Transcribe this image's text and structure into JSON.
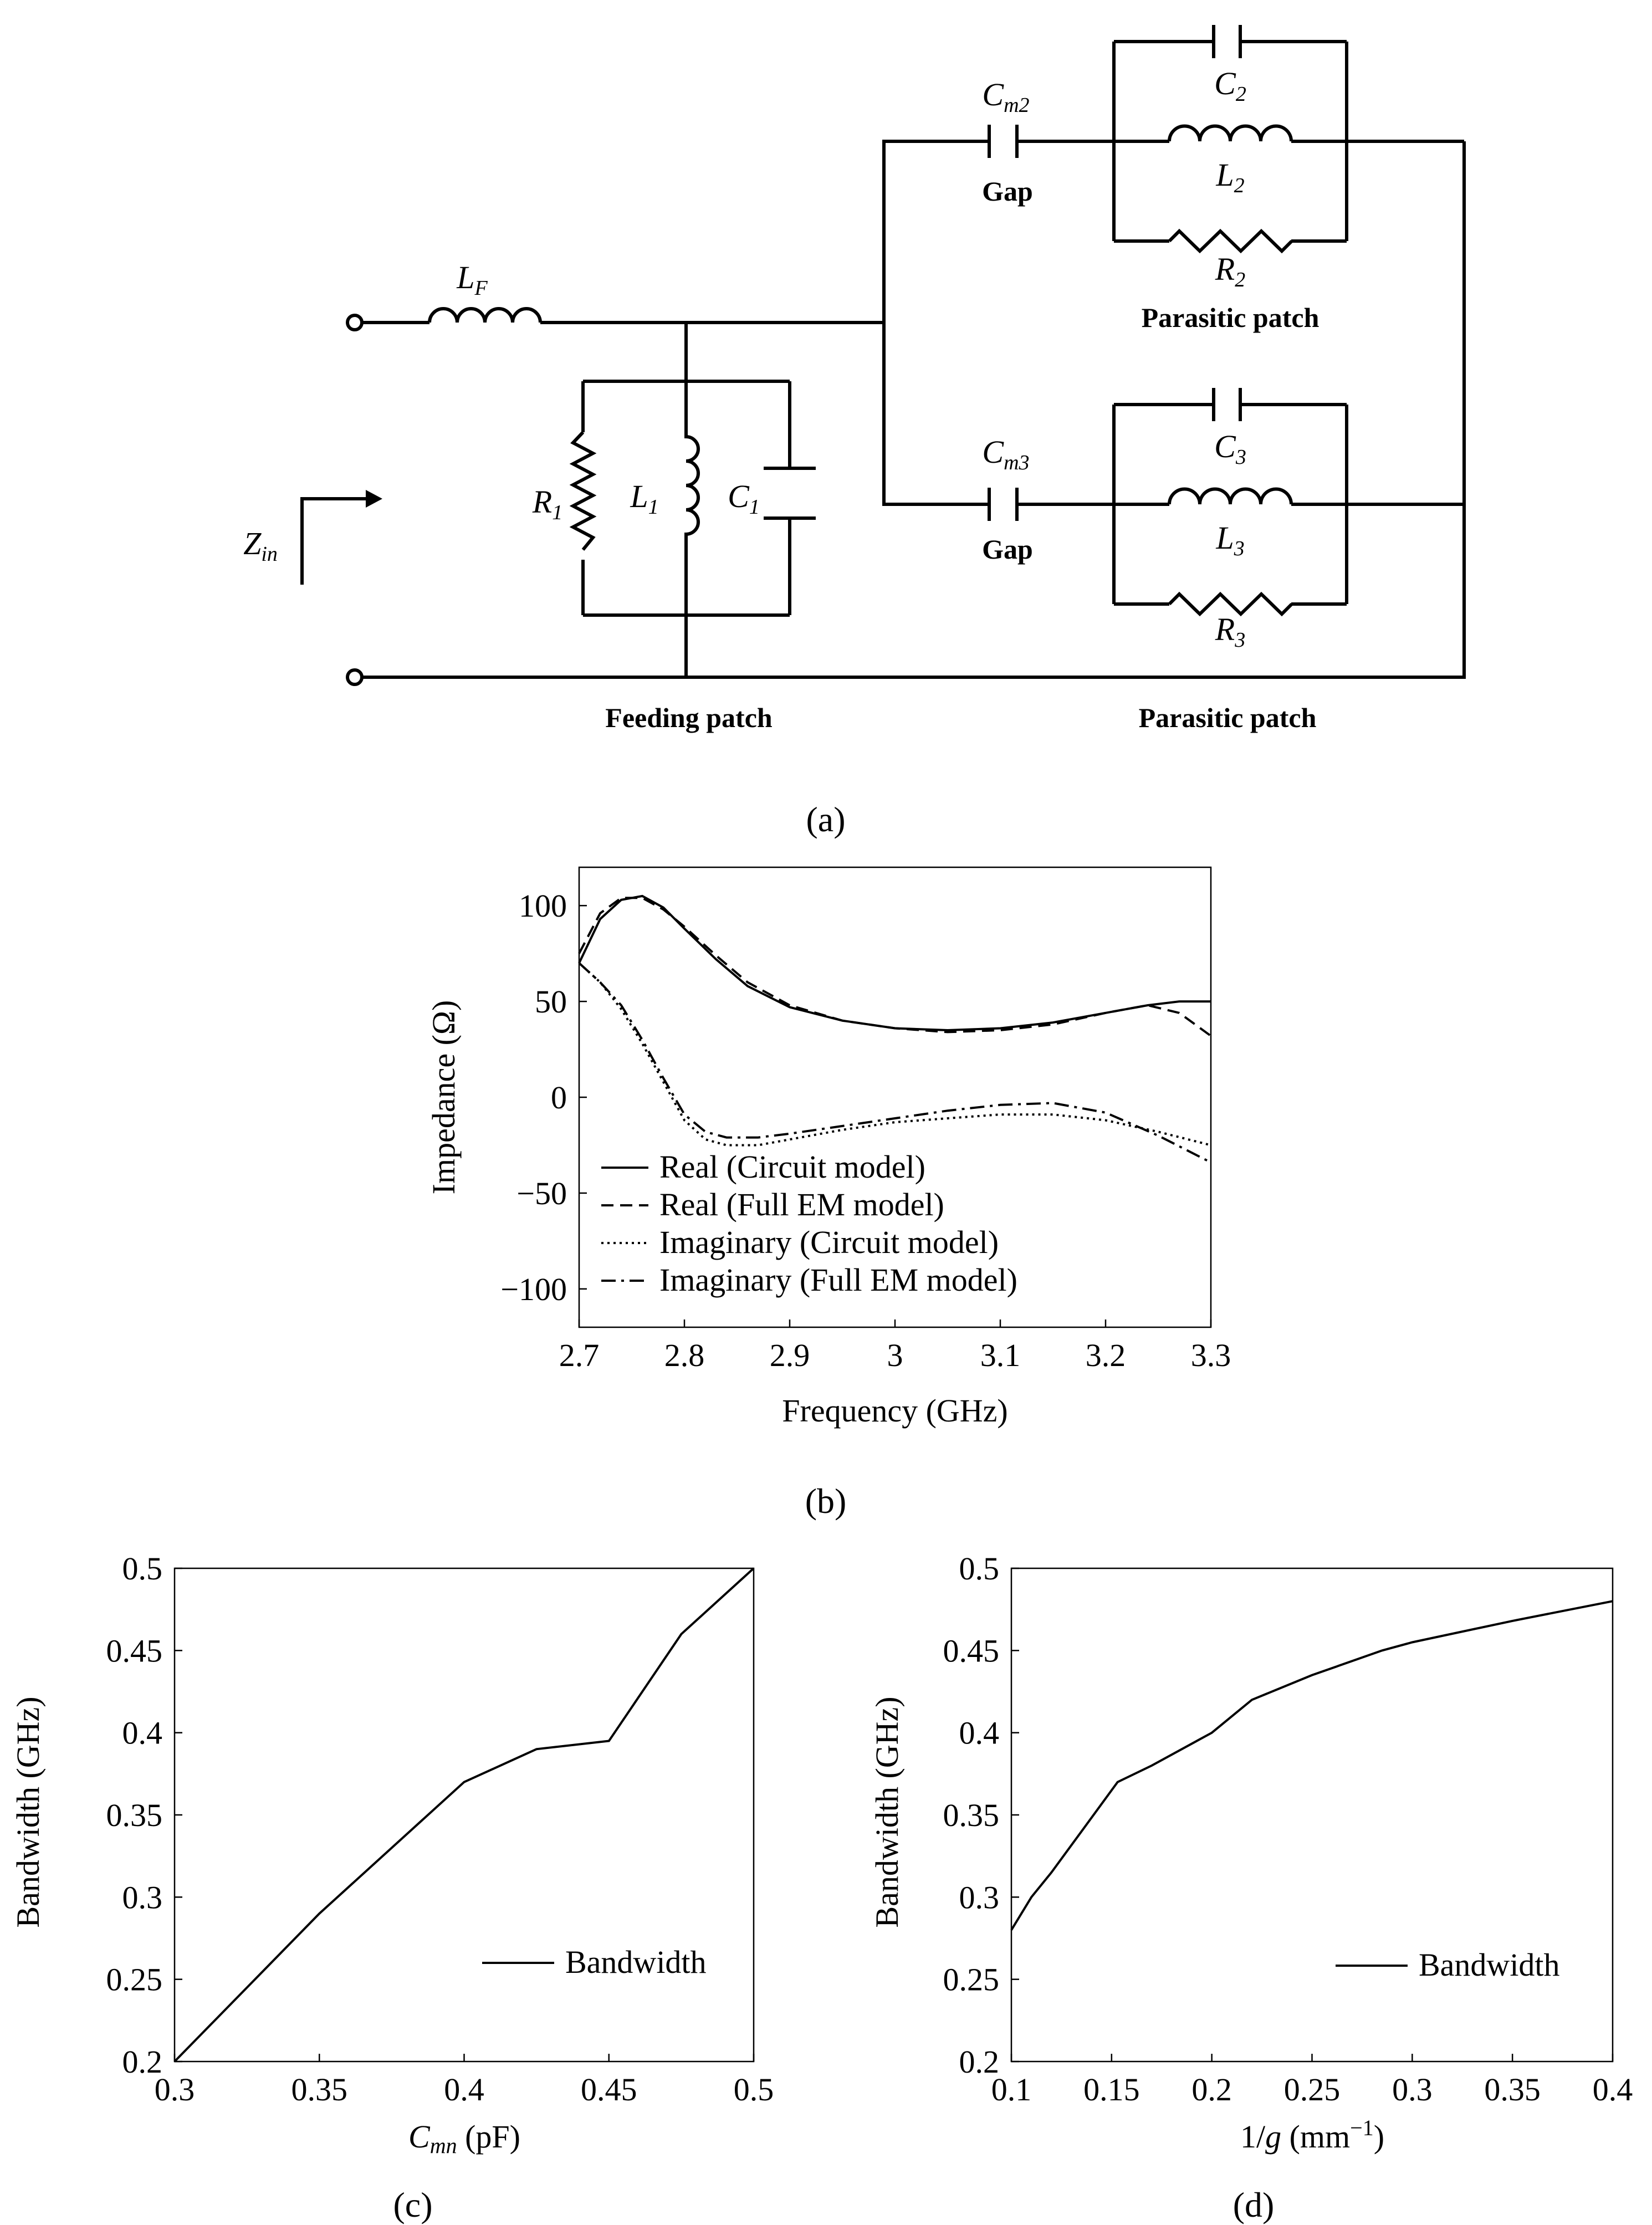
{
  "panel_a": {
    "caption": "(a)",
    "labels": {
      "LF": "L",
      "LF_sub": "F",
      "R1": "R",
      "R1_sub": "1",
      "L1": "L",
      "L1_sub": "1",
      "C1": "C",
      "C1_sub": "1",
      "Zin": "Z",
      "Zin_sub": "in",
      "Cm2": "C",
      "Cm2_sub": "m2",
      "Cm3": "C",
      "Cm3_sub": "m3",
      "C2": "C",
      "C2_sub": "2",
      "L2": "L",
      "L2_sub": "2",
      "R2": "R",
      "R2_sub": "2",
      "C3": "C",
      "C3_sub": "3",
      "L3": "L",
      "L3_sub": "3",
      "R3": "R",
      "R3_sub": "3"
    },
    "gap_top": "Gap",
    "gap_bottom": "Gap",
    "parasitic_top": "Parasitic patch",
    "parasitic_bottom": "Parasitic patch",
    "feeding": "Feeding patch"
  },
  "chart_data": [
    {
      "id": "b",
      "caption": "(b)",
      "type": "line",
      "xlabel": "Frequency (GHz)",
      "ylabel": "Impedance (Ω)",
      "xlim": [
        2.7,
        3.3
      ],
      "ylim": [
        -120,
        120
      ],
      "xticks": [
        "2.7",
        "2.8",
        "2.9",
        "3",
        "3.1",
        "3.2",
        "3.3"
      ],
      "yticks": [
        "100",
        "50",
        "0",
        "−50",
        "−100"
      ],
      "legend_position": "bottom-left",
      "series": [
        {
          "name": "Real (Circuit model)",
          "style": "solid",
          "x": [
            2.7,
            2.72,
            2.74,
            2.76,
            2.78,
            2.8,
            2.83,
            2.86,
            2.9,
            2.95,
            3.0,
            3.05,
            3.1,
            3.15,
            3.2,
            3.24,
            3.27,
            3.3
          ],
          "y": [
            70,
            93,
            103,
            105,
            99,
            88,
            72,
            58,
            47,
            40,
            36,
            35,
            36,
            39,
            44,
            48,
            50,
            50
          ]
        },
        {
          "name": "Real (Full EM model)",
          "style": "dashed",
          "x": [
            2.7,
            2.72,
            2.74,
            2.76,
            2.78,
            2.8,
            2.83,
            2.86,
            2.9,
            2.95,
            3.0,
            3.05,
            3.1,
            3.15,
            3.2,
            3.24,
            3.27,
            3.3
          ],
          "y": [
            75,
            96,
            104,
            104,
            98,
            89,
            74,
            60,
            48,
            40,
            36,
            34,
            35,
            38,
            44,
            48,
            44,
            32
          ]
        },
        {
          "name": "Imaginary (Circuit model)",
          "style": "dotted",
          "x": [
            2.7,
            2.72,
            2.74,
            2.76,
            2.78,
            2.8,
            2.82,
            2.84,
            2.87,
            2.9,
            2.95,
            3.0,
            3.05,
            3.1,
            3.15,
            3.2,
            3.25,
            3.3
          ],
          "y": [
            70,
            60,
            46,
            28,
            8,
            -12,
            -22,
            -25,
            -25,
            -22,
            -17,
            -13,
            -11,
            -9,
            -9,
            -12,
            -18,
            -25
          ]
        },
        {
          "name": "Imaginary (Full EM model)",
          "style": "dashdot",
          "x": [
            2.7,
            2.72,
            2.74,
            2.76,
            2.78,
            2.8,
            2.82,
            2.84,
            2.87,
            2.9,
            2.95,
            3.0,
            3.05,
            3.1,
            3.15,
            3.2,
            3.25,
            3.3
          ],
          "y": [
            70,
            60,
            48,
            30,
            10,
            -9,
            -18,
            -21,
            -21,
            -19,
            -15,
            -11,
            -7,
            -4,
            -3,
            -8,
            -20,
            -34
          ]
        }
      ]
    },
    {
      "id": "c",
      "caption": "(c)",
      "type": "line",
      "xlabel_main": "C",
      "xlabel_sub": "mn",
      "xlabel_unit": " (pF)",
      "ylabel": "Bandwidth (GHz)",
      "xlim": [
        0.3,
        0.5
      ],
      "ylim": [
        0.2,
        0.5
      ],
      "xticks": [
        "0.3",
        "0.35",
        "0.4",
        "0.45",
        "0.5"
      ],
      "yticks": [
        "0.5",
        "0.45",
        "0.4",
        "0.35",
        "0.3",
        "0.25",
        "0.2"
      ],
      "legend_position": "bottom-right",
      "series": [
        {
          "name": "Bandwidth",
          "style": "solid",
          "x": [
            0.3,
            0.35,
            0.4,
            0.425,
            0.45,
            0.475,
            0.5
          ],
          "y": [
            0.2,
            0.29,
            0.37,
            0.39,
            0.395,
            0.46,
            0.5
          ]
        }
      ]
    },
    {
      "id": "d",
      "caption": "(d)",
      "type": "line",
      "xlabel_main": "1/",
      "xlabel_var": "g",
      "xlabel_unit": " (mm",
      "xlabel_sup": "−1",
      "xlabel_close": ")",
      "ylabel": "Bandwidth (GHz)",
      "xlim": [
        0.1,
        0.4
      ],
      "ylim": [
        0.2,
        0.5
      ],
      "xticks": [
        "0.1",
        "0.15",
        "0.2",
        "0.25",
        "0.3",
        "0.35",
        "0.4"
      ],
      "yticks": [
        "0.5",
        "0.45",
        "0.4",
        "0.35",
        "0.3",
        "0.25",
        "0.2"
      ],
      "legend_position": "bottom-right",
      "series": [
        {
          "name": "Bandwidth",
          "style": "solid",
          "x": [
            0.1,
            0.11,
            0.12,
            0.135,
            0.153,
            0.17,
            0.2,
            0.22,
            0.25,
            0.285,
            0.3,
            0.35,
            0.4
          ],
          "y": [
            0.28,
            0.3,
            0.315,
            0.34,
            0.37,
            0.38,
            0.4,
            0.42,
            0.435,
            0.45,
            0.455,
            0.468,
            0.48
          ]
        }
      ]
    }
  ]
}
